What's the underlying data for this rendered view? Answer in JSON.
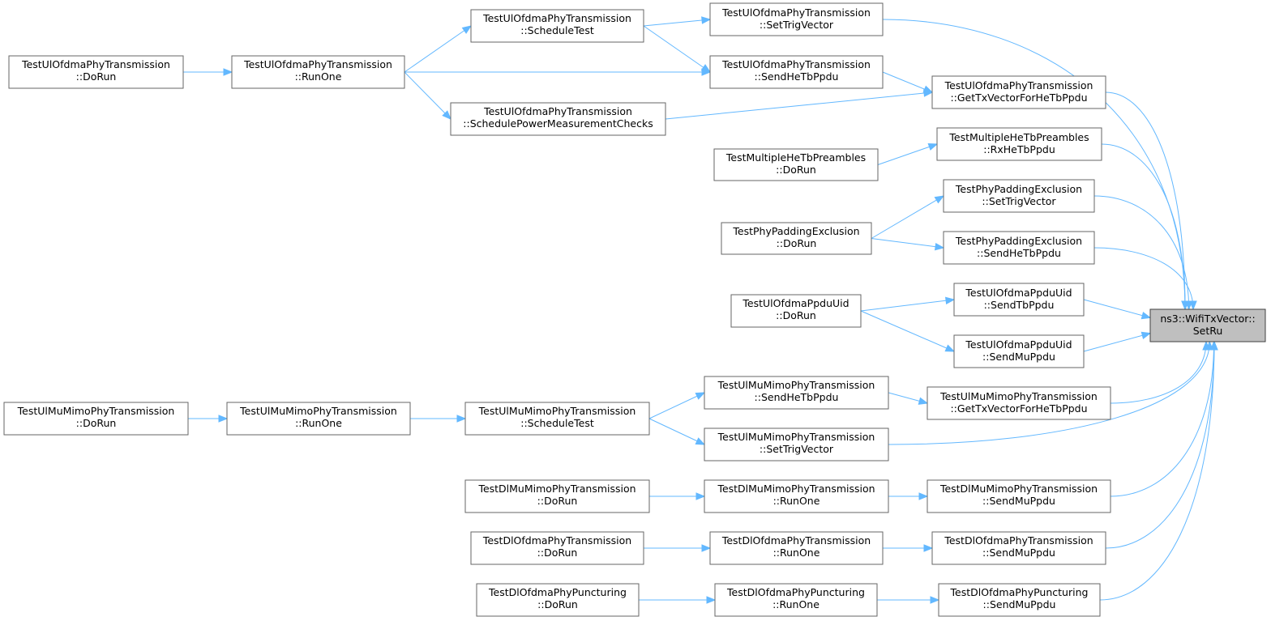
{
  "colors": {
    "edge": "#63b8ff",
    "node_border": "#666666",
    "root_fill": "#bfbfbf",
    "root_border": "#404040"
  },
  "nodes": {
    "root": [
      "ns3::WifiTxVector::",
      "SetRu"
    ],
    "n1": [
      "TestUlOfdmaPhyTransmission",
      "::SetTrigVector"
    ],
    "n2": [
      "TestUlOfdmaPhyTransmission",
      "::ScheduleTest"
    ],
    "n3": [
      "TestUlOfdmaPhyTransmission",
      "::RunOne"
    ],
    "n4": [
      "TestUlOfdmaPhyTransmission",
      "::DoRun"
    ],
    "n5": [
      "TestUlOfdmaPhyTransmission",
      "::SendHeTbPpdu"
    ],
    "n6": [
      "TestUlOfdmaPhyTransmission",
      "::GetTxVectorForHeTbPpdu"
    ],
    "n7": [
      "TestUlOfdmaPhyTransmission",
      "::SchedulePowerMeasurementChecks"
    ],
    "n8": [
      "TestMultipleHeTbPreambles",
      "::RxHeTbPpdu"
    ],
    "n9": [
      "TestMultipleHeTbPreambles",
      "::DoRun"
    ],
    "n10": [
      "TestPhyPaddingExclusion",
      "::SetTrigVector"
    ],
    "n11": [
      "TestPhyPaddingExclusion",
      "::DoRun"
    ],
    "n12": [
      "TestPhyPaddingExclusion",
      "::SendHeTbPpdu"
    ],
    "n13": [
      "TestUlOfdmaPpduUid",
      "::SendTbPpdu"
    ],
    "n14": [
      "TestUlOfdmaPpduUid",
      "::DoRun"
    ],
    "n15": [
      "TestUlOfdmaPpduUid",
      "::SendMuPpdu"
    ],
    "n16": [
      "TestUlMuMimoPhyTransmission",
      "::SendHeTbPpdu"
    ],
    "n17": [
      "TestUlMuMimoPhyTransmission",
      "::GetTxVectorForHeTbPpdu"
    ],
    "n18": [
      "TestUlMuMimoPhyTransmission",
      "::DoRun"
    ],
    "n19": [
      "TestUlMuMimoPhyTransmission",
      "::RunOne"
    ],
    "n20": [
      "TestUlMuMimoPhyTransmission",
      "::ScheduleTest"
    ],
    "n21": [
      "TestUlMuMimoPhyTransmission",
      "::SetTrigVector"
    ],
    "n22": [
      "TestDlMuMimoPhyTransmission",
      "::DoRun"
    ],
    "n23": [
      "TestDlMuMimoPhyTransmission",
      "::RunOne"
    ],
    "n24": [
      "TestDlMuMimoPhyTransmission",
      "::SendMuPpdu"
    ],
    "n25": [
      "TestDlOfdmaPhyTransmission",
      "::DoRun"
    ],
    "n26": [
      "TestDlOfdmaPhyTransmission",
      "::RunOne"
    ],
    "n27": [
      "TestDlOfdmaPhyTransmission",
      "::SendMuPpdu"
    ],
    "n28": [
      "TestDlOfdmaPhyPuncturing",
      "::DoRun"
    ],
    "n29": [
      "TestDlOfdmaPhyPuncturing",
      "::RunOne"
    ],
    "n30": [
      "TestDlOfdmaPhyPuncturing",
      "::SendMuPpdu"
    ]
  },
  "edges": [
    [
      "n1",
      "root"
    ],
    [
      "n2",
      "n1"
    ],
    [
      "n2",
      "n5"
    ],
    [
      "n3",
      "n2"
    ],
    [
      "n3",
      "n5"
    ],
    [
      "n3",
      "n7"
    ],
    [
      "n4",
      "n3"
    ],
    [
      "n5",
      "n6"
    ],
    [
      "n6",
      "root"
    ],
    [
      "n7",
      "n6"
    ],
    [
      "n8",
      "root"
    ],
    [
      "n9",
      "n8"
    ],
    [
      "n10",
      "root"
    ],
    [
      "n11",
      "n10"
    ],
    [
      "n11",
      "n12"
    ],
    [
      "n12",
      "root"
    ],
    [
      "n13",
      "root"
    ],
    [
      "n14",
      "n13"
    ],
    [
      "n14",
      "n15"
    ],
    [
      "n15",
      "root"
    ],
    [
      "n16",
      "n17"
    ],
    [
      "n17",
      "root"
    ],
    [
      "n18",
      "n19"
    ],
    [
      "n19",
      "n20"
    ],
    [
      "n20",
      "n16"
    ],
    [
      "n20",
      "n21"
    ],
    [
      "n21",
      "root"
    ],
    [
      "n22",
      "n23"
    ],
    [
      "n23",
      "n24"
    ],
    [
      "n24",
      "root"
    ],
    [
      "n25",
      "n26"
    ],
    [
      "n26",
      "n27"
    ],
    [
      "n27",
      "root"
    ],
    [
      "n28",
      "n29"
    ],
    [
      "n29",
      "n30"
    ],
    [
      "n30",
      "root"
    ]
  ]
}
